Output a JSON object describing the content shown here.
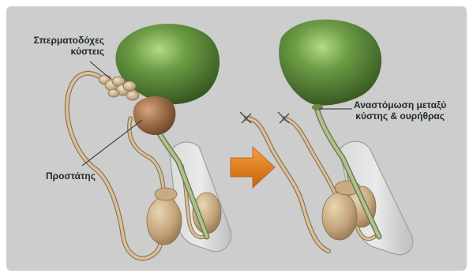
{
  "labels": {
    "seminal_vesicles_line1": "Σπερματοδόχες",
    "seminal_vesicles_line2": "κύστεις",
    "prostate": "Προστάτης",
    "anastomosis_line1": "Αναστόμωση μεταξύ",
    "anastomosis_line2": "κύστης & ουρήθρας"
  },
  "icons": {
    "arrow": "right-arrow-icon"
  },
  "colors": {
    "background": "#cdcdcd",
    "bladder": "#5a8a3a",
    "prostate": "#9a6a48",
    "tubes": "#d2bc98",
    "urethra": "#8fa070",
    "arrow": "#e07b18"
  }
}
